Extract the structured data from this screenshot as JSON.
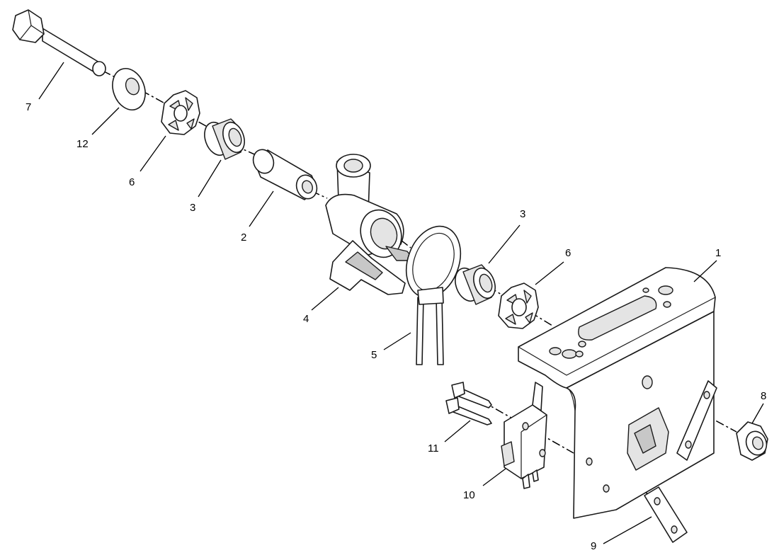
{
  "labels": {
    "bracket": "1",
    "spacer": "2",
    "bushing_left": "3",
    "bushing_right": "3",
    "lever_body": "4",
    "rod_loop": "5",
    "tab_washer_left": "6",
    "tab_washer_right": "6",
    "bolt": "7",
    "nut": "8",
    "plate": "9",
    "switch": "10",
    "screws": "11",
    "flat_washer": "12"
  }
}
